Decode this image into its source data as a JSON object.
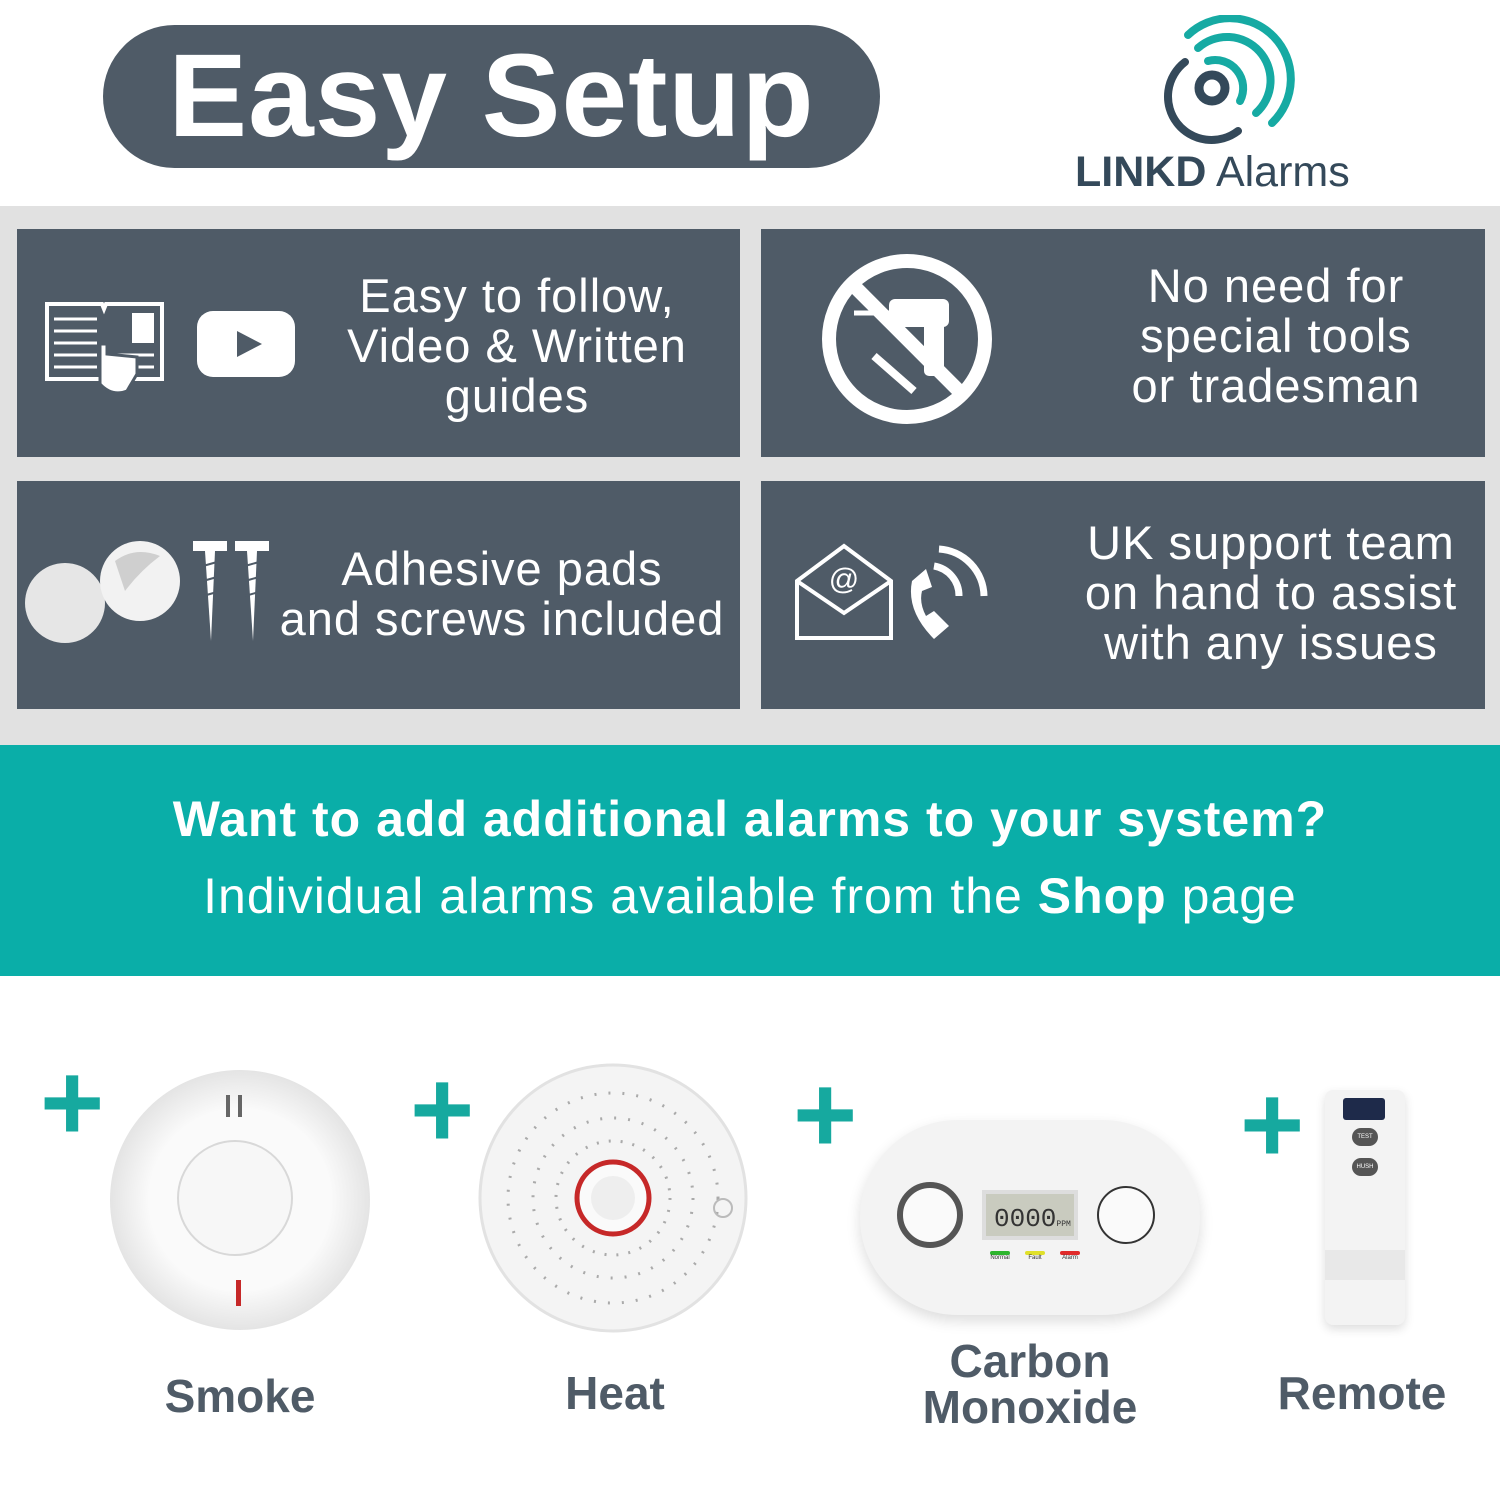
{
  "header": {
    "title": "Easy Setup",
    "logo_bold": "LINKD",
    "logo_light": "Alarms"
  },
  "features": [
    {
      "icon": "guide-video-icon",
      "text": [
        "Easy to follow,",
        "Video & Written",
        "guides"
      ]
    },
    {
      "icon": "no-tools-icon",
      "text": [
        "No need for",
        "special tools",
        "or tradesman"
      ]
    },
    {
      "icon": "adhesive-screws-icon",
      "text": [
        "Adhesive pads",
        "and screws included"
      ]
    },
    {
      "icon": "email-phone-icon",
      "text": [
        "UK support team",
        "on hand to assist",
        "with any issues"
      ]
    }
  ],
  "banner": {
    "headline": "Want to add additional alarms to your system?",
    "sub_pre": "Individual alarms available from the ",
    "sub_bold": "Shop",
    "sub_post": " page"
  },
  "products": [
    {
      "label": "Smoke"
    },
    {
      "label": "Heat"
    },
    {
      "label_line1": "Carbon",
      "label_line2": "Monoxide",
      "display": "0000",
      "unit": "PPM",
      "leds": [
        "Normal",
        "Fault",
        "Alarm"
      ]
    },
    {
      "label": "Remote",
      "buttons": [
        "TEST",
        "HUSH"
      ]
    }
  ],
  "colors": {
    "slate": "#4f5b67",
    "teal": "#0aaea8",
    "grey": "#e1e1e1"
  }
}
